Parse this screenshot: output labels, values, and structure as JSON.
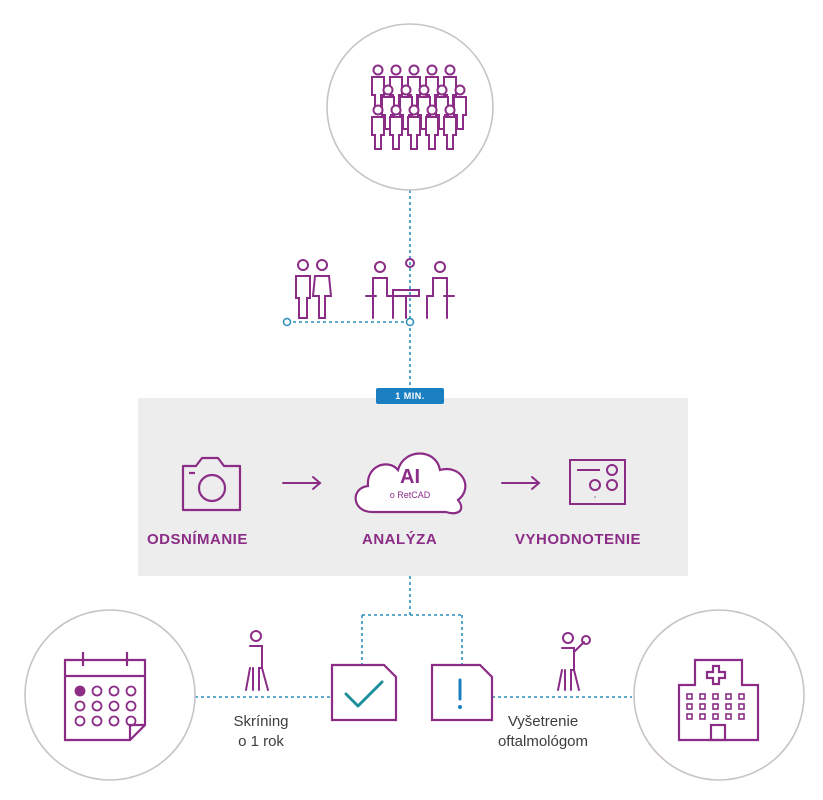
{
  "colors": {
    "primary": "#8b2d86",
    "accent": "#1a7fc1",
    "check": "#1d8f9b",
    "line": "#2a8fb8",
    "panel": "#ededed",
    "circle_stroke": "#c9c3c9"
  },
  "icons": [
    "crowd-icon",
    "family-icon",
    "doctor-patient-icon",
    "camera-icon",
    "arrow-right-icon",
    "cloud-icon",
    "results-panel-icon",
    "calendar-icon",
    "walking-person-icon",
    "checkmark-document-icon",
    "warning-document-icon",
    "person-waving-icon",
    "hospital-icon"
  ],
  "badge": {
    "label": "1 MIN."
  },
  "steps": [
    {
      "label": "ODSNÍMANIE"
    },
    {
      "label": "ANALÝZA"
    },
    {
      "label": "VYHODNOTENIE"
    }
  ],
  "ai": {
    "title": "AI",
    "subtitle": "o RetCAD"
  },
  "paths": {
    "negative": {
      "line1": "Skríning",
      "line2": "o 1 rok"
    },
    "positive": {
      "line1": "Vyšetrenie",
      "line2": "oftalmológom"
    }
  }
}
